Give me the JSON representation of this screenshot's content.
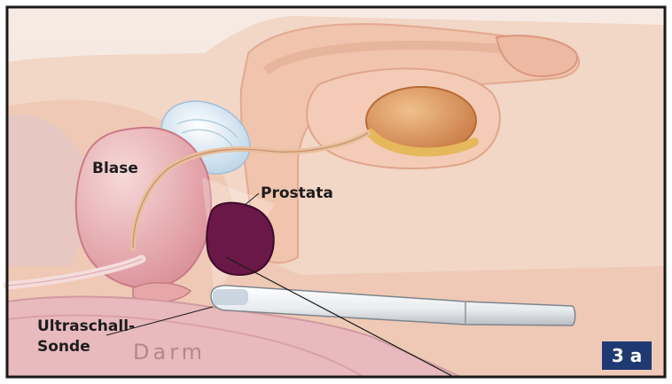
{
  "labels": {
    "blase": "Blase",
    "prostata": "Prostata",
    "sonde_line1": "Ultraschall-",
    "sonde_line2": "Sonde",
    "darm": "Darm"
  },
  "figure_badge": "3 a",
  "colors": {
    "background": "#f1e0d6",
    "tissue": "#eecbb8",
    "organ_pink": "#ebb1b2",
    "prostate": "#6a1848",
    "testis": "#d99058",
    "probe": "#f2f4f6",
    "badge": "#1f3a73",
    "frame": "#1a1a1a"
  }
}
